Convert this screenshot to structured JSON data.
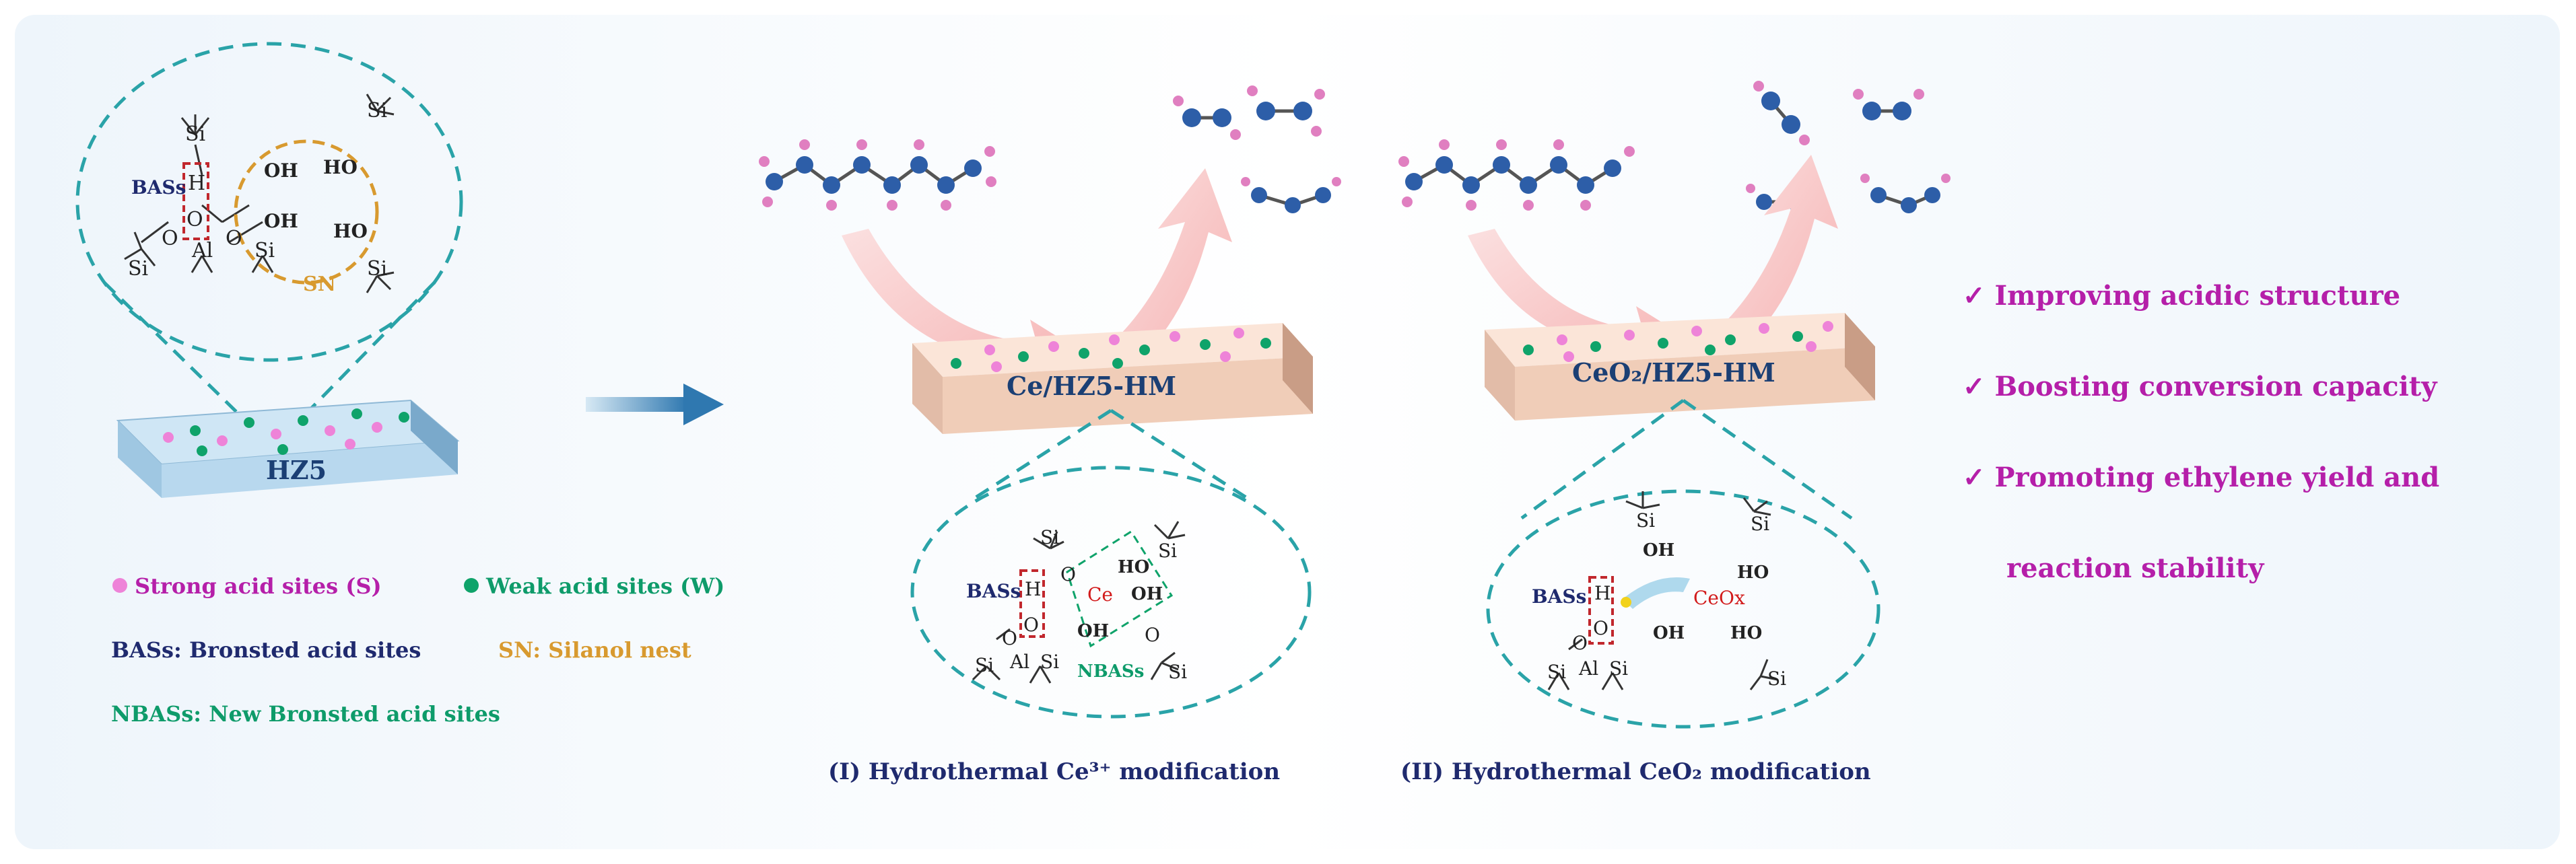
{
  "left_panel": {
    "top_zoom": {
      "bass_label": "BASs",
      "sn_label": "SN",
      "atoms": {
        "si": "Si",
        "al": "Al",
        "o": "O",
        "h": "H",
        "oh": "OH",
        "ho": "HO"
      }
    },
    "crystal_label": "HZ5",
    "legend": {
      "strong": "Strong acid sites (S)",
      "weak": "Weak acid sites (W)",
      "bass_def": "BASs: Bronsted acid sites",
      "sn_def": "SN: Silanol nest",
      "nbass_def": "NBASs: New Bronsted acid sites"
    }
  },
  "panel_one": {
    "crystal_label": "Ce/HZ5-HM",
    "zoom": {
      "bass_label": "BASs",
      "nbass_label": "NBASs",
      "ce": "Ce"
    },
    "caption": "(I)   Hydrothermal Ce³⁺ modification"
  },
  "panel_two": {
    "crystal_label": "CeO₂/HZ5-HM",
    "zoom": {
      "bass_label": "BASs",
      "ceox": "CeOx"
    },
    "caption": "(II)   Hydrothermal CeO₂ modification"
  },
  "benefits": [
    "✓ Improving acidic structure",
    "✓ Boosting conversion capacity",
    "✓  Promoting ethylene yield and",
    "reaction stability"
  ],
  "colors": {
    "strong_site": "#ee83d8",
    "weak_site": "#0fa36a",
    "dashed_teal": "#2aa3a8",
    "arrow_blue": "#3a82b8",
    "crystal_blue": "#a9cfe8",
    "crystal_tan": "#f2d3c3",
    "curved_arrow": "#f7c1c1",
    "accent_text": "#b51fa9"
  },
  "icons": [
    "checkmark-icon",
    "right-arrow-icon",
    "curved-arrow-icon",
    "molecule-icon"
  ]
}
